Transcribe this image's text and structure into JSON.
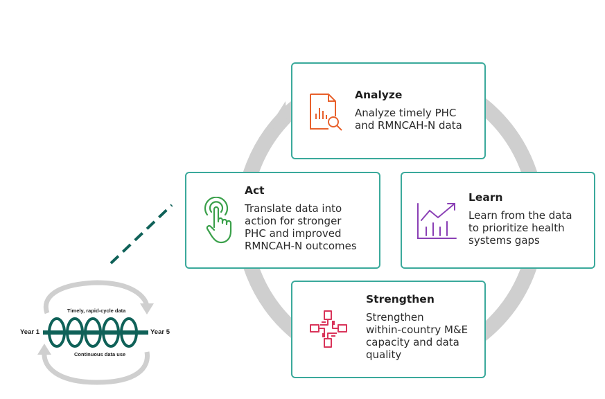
{
  "cards": {
    "analyze": {
      "title": "Analyze",
      "desc": [
        "Analyze timely PHC",
        "and RMNCAH-N data"
      ]
    },
    "act": {
      "title": "Act",
      "desc": [
        "Translate data into",
        "action for stronger",
        "PHC and improved",
        "RMNCAH-N outcomes"
      ]
    },
    "learn": {
      "title": "Learn",
      "desc": [
        "Learn from the data",
        "to prioritize health",
        "systems gaps"
      ]
    },
    "strengthen": {
      "title": "Strengthen",
      "desc": [
        "Strengthen",
        "within-country M&E",
        "capacity and data",
        "quality"
      ]
    }
  },
  "timeline": {
    "top_label": "Timely, rapid-cycle data",
    "bottom_label": "Continuous data use",
    "start_label": "Year 1",
    "end_label": "Year 5"
  },
  "colors": {
    "teal": "#3aa99b",
    "dark_teal": "#0f6158",
    "ring_gray": "#cfcfcf",
    "analyze_icon": "#e8612c",
    "act_icon": "#3aa04a",
    "learn_icon": "#8a3fb5",
    "strengthen_icon": "#d9345a"
  },
  "icons": {
    "analyze": "report-magnifier-icon",
    "act": "touch-hand-icon",
    "learn": "growth-chart-icon",
    "strengthen": "joined-hands-icon"
  }
}
